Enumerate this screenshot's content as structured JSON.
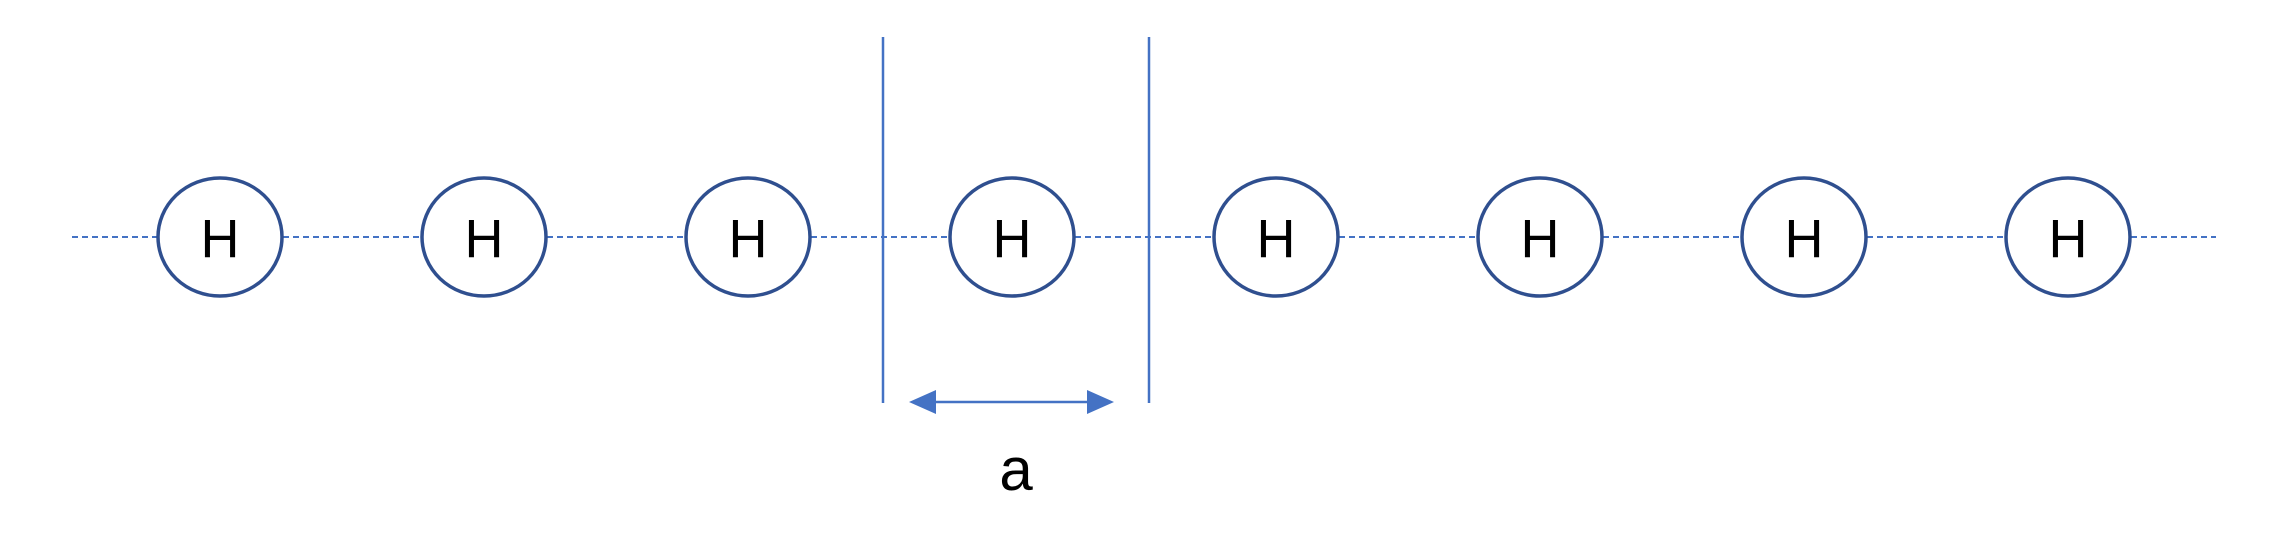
{
  "atom_chain": {
    "atom_labels": [
      "H",
      "H",
      "H",
      "H",
      "H",
      "H",
      "H",
      "H"
    ]
  },
  "unit_cell": {
    "lattice_constant_label": "a"
  },
  "colors": {
    "accent": "#4472c4",
    "atom_outline": "#2f4f8f",
    "text": "#000000"
  }
}
